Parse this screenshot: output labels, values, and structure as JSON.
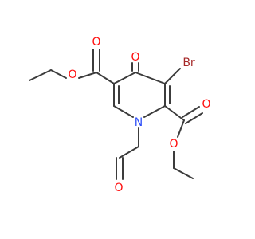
{
  "colors": {
    "bond": "#3c3c3c",
    "oxygen": "#ff0d0d",
    "nitrogen": "#3050f8",
    "bromine": "#a62929",
    "background": "#ffffff"
  },
  "atoms": {
    "o_ketone": "O",
    "br": "Br",
    "n_ring": "N",
    "o_ester1_carbonyl": "O",
    "o_ester1_ether": "O",
    "o_ester2_carbonyl": "O",
    "o_ester2_ether": "O",
    "o_aldehyde": "O"
  }
}
